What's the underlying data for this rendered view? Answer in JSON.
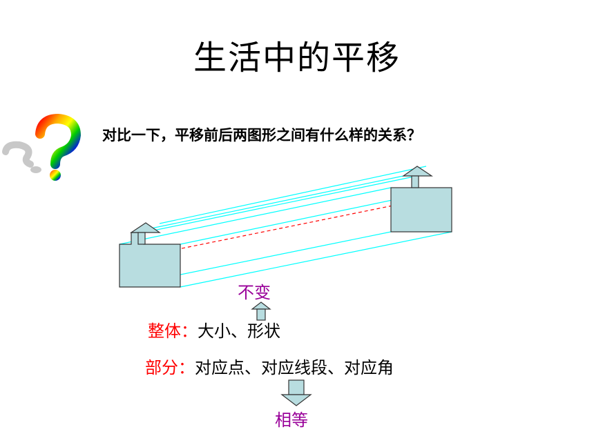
{
  "slide": {
    "title": "生活中的平移",
    "question": "对比一下，平移前后两图形之间有什么样的关系？"
  },
  "labels": {
    "unchanged": "不变",
    "whole_label": "整体：",
    "whole_items": "大小、形状",
    "part_label": "部分：",
    "part_items": "对应点、对应线段、对应角",
    "equal": "相等"
  },
  "colors": {
    "accent_red": "#ff0000",
    "accent_purple": "#990099",
    "shape_fill": "#b8dde0",
    "guide_lines": "#00ffff",
    "question_mark_gradient": [
      "#ff0000",
      "#ffaa00",
      "#ffff00",
      "#00cc00",
      "#0000ff",
      "#8800cc"
    ]
  },
  "icons": {
    "question_mark": "rainbow-question-mark-icon",
    "arrow_up": "arrow-up-icon",
    "arrow_down": "arrow-down-icon"
  }
}
